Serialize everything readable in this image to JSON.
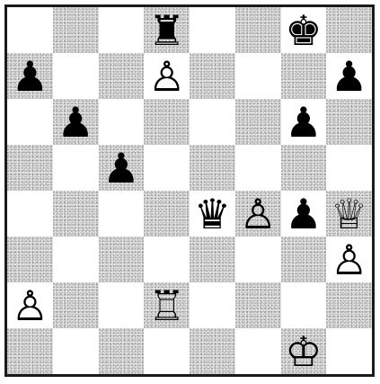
{
  "board": {
    "ranks": [
      [
        "",
        "",
        "",
        "♜",
        "",
        "",
        "♚",
        ""
      ],
      [
        "♟",
        "",
        "",
        "♙",
        "",
        "",
        "",
        "♟"
      ],
      [
        "",
        "♟",
        "",
        "",
        "",
        "",
        "♟",
        ""
      ],
      [
        "",
        "",
        "♟",
        "",
        "",
        "",
        "",
        ""
      ],
      [
        "",
        "",
        "",
        "",
        "♛",
        "♙",
        "♟",
        "♕"
      ],
      [
        "",
        "",
        "",
        "",
        "",
        "",
        "",
        "♙"
      ],
      [
        "♙",
        "",
        "",
        "♖",
        "",
        "",
        "",
        ""
      ],
      [
        "",
        "",
        "",
        "",
        "",
        "",
        "♔",
        ""
      ]
    ],
    "names": [
      [
        "",
        "",
        "",
        "black-rook",
        "",
        "",
        "black-king",
        ""
      ],
      [
        "black-pawn",
        "",
        "",
        "white-pawn",
        "",
        "",
        "",
        "black-pawn"
      ],
      [
        "",
        "black-pawn",
        "",
        "",
        "",
        "",
        "black-pawn",
        ""
      ],
      [
        "",
        "",
        "black-pawn",
        "",
        "",
        "",
        "",
        ""
      ],
      [
        "",
        "",
        "",
        "",
        "black-queen",
        "white-pawn",
        "black-pawn",
        "white-queen"
      ],
      [
        "",
        "",
        "",
        "",
        "",
        "",
        "",
        "white-pawn"
      ],
      [
        "white-pawn",
        "",
        "",
        "white-rook",
        "",
        "",
        "",
        ""
      ],
      [
        "",
        "",
        "",
        "",
        "",
        "",
        "white-king",
        ""
      ]
    ],
    "colors": {
      "light_square": "#ffffff",
      "dark_square": "#e2e2e2",
      "border": "#1a1a1a"
    }
  }
}
